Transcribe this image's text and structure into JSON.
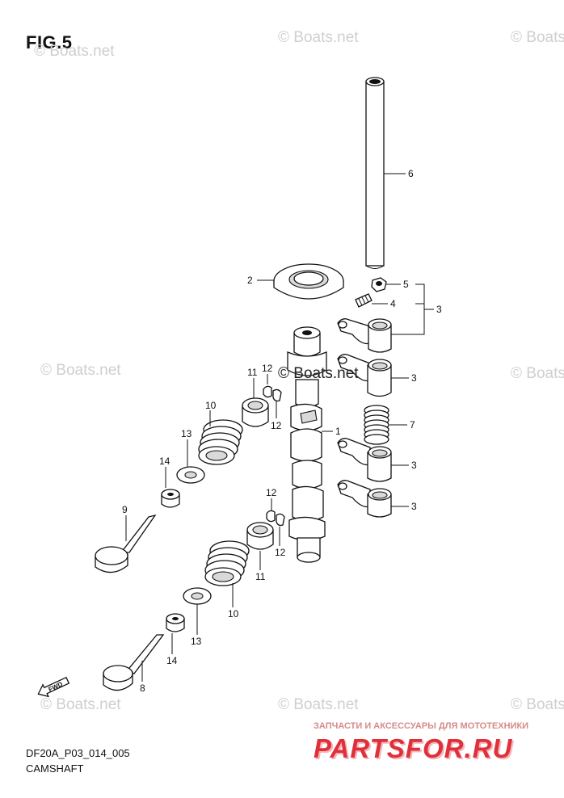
{
  "figure": {
    "title": "FIG.5",
    "code": "DF20A_P03_014_005",
    "caption": "CAMSHAFT"
  },
  "watermark": {
    "text": "© Boats.net",
    "center_text": "© Boats.net"
  },
  "shop": {
    "tagline": "ЗАПЧАСТИ И АКСЕССУАРЫ ДЛЯ МОТОТЕХНИКИ",
    "logo_text": "PARTSFOR.RU",
    "logo_color": "#e0303a",
    "logo_shadow": "#f2b8bc"
  },
  "fwd_label": "FWD",
  "callouts": {
    "c1": "1",
    "c2": "2",
    "c3a": "3",
    "c3b": "3",
    "c3c": "3",
    "c3d": "3",
    "c4": "4",
    "c5": "5",
    "c6": "6",
    "c7": "7",
    "c8": "8",
    "c9": "9",
    "c10a": "10",
    "c10b": "10",
    "c11a": "11",
    "c11b": "11",
    "c12a": "12",
    "c12b": "12",
    "c12c": "12",
    "c12d": "12",
    "c13a": "13",
    "c13b": "13",
    "c14a": "14",
    "c14b": "14"
  }
}
